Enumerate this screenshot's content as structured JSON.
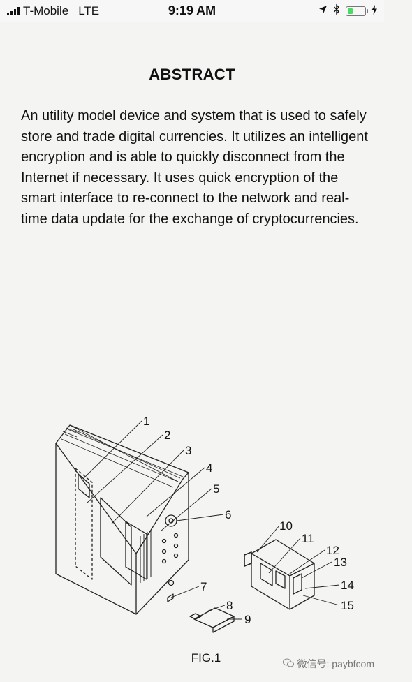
{
  "status_bar": {
    "carrier": "T-Mobile",
    "network": "LTE",
    "time": "9:19 AM",
    "battery_level": 0.3,
    "icons": [
      "signal-bars-icon",
      "location-arrow-icon",
      "bluetooth-icon",
      "battery-icon",
      "charging-bolt-icon"
    ],
    "colors": {
      "battery_fill": "#4cd964"
    }
  },
  "document": {
    "title": "ABSTRACT",
    "abstract": "An utility model device and system that is used to safely store and trade digital currencies. It utilizes an intelligent encryption and is able to quickly disconnect from the Internet if necessary. It uses quick encryption of the smart interface to re-connect to the network and real-time data update for the exchange of cryptocurrencies."
  },
  "figure": {
    "caption": "FIG.1",
    "callouts": [
      "1",
      "2",
      "3",
      "4",
      "5",
      "6",
      "7",
      "8",
      "9",
      "10",
      "11",
      "12",
      "13",
      "14",
      "15"
    ]
  },
  "watermark": {
    "text": "微信号: paybfcom",
    "icon": "wechat-logo-icon"
  }
}
